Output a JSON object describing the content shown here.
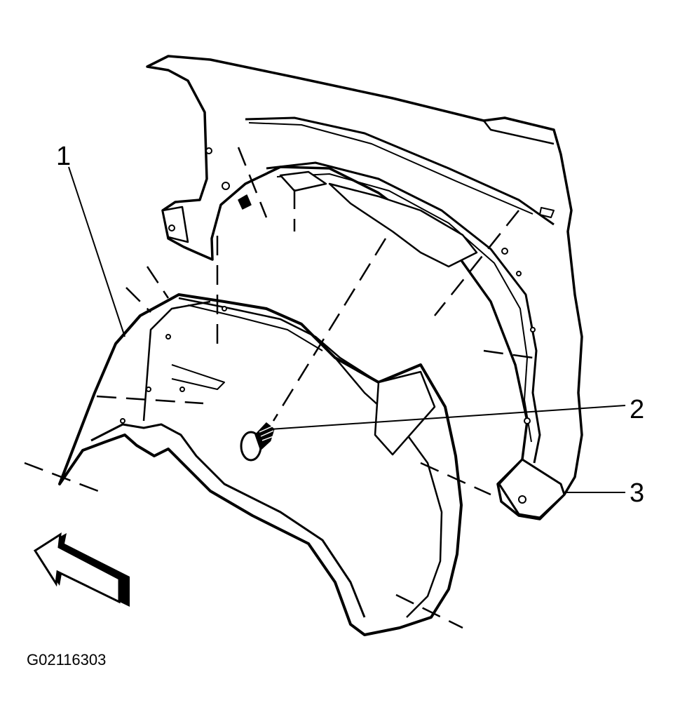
{
  "callouts": [
    {
      "id": "1",
      "label": "1"
    },
    {
      "id": "2",
      "label": "2"
    },
    {
      "id": "3",
      "label": "3"
    }
  ],
  "figure_id": "G02116303",
  "direction_indicator": {
    "icon": "arrow-icon",
    "meaning": "front"
  },
  "colors": {
    "ink": "#000000",
    "paper": "#ffffff"
  }
}
